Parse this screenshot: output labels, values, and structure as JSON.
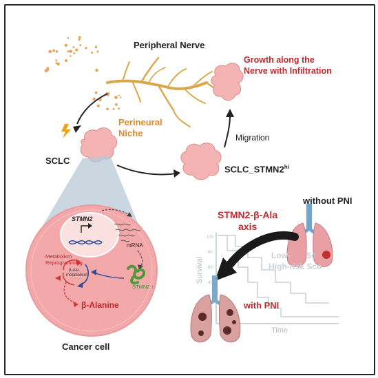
{
  "labels": {
    "peripheral_nerve": "Peripheral Nerve",
    "growth_line1": "Growth along the",
    "growth_line2": "Nerve with Infiltration",
    "perineural_line1": "Perineural",
    "perineural_line2": "Niche",
    "sclc": "SCLC",
    "migration": "Migration",
    "sclc_stmn2_base": "SCLC_STMN2",
    "sclc_stmn2_sup": "hi",
    "stmn2_gene": "STMN2",
    "mrna": "mRNA",
    "metabolism_line1": "Metabolism",
    "metabolism_line2": "Reprogramming",
    "bala_line1": "β-Ala",
    "bala_line2": "metabolism",
    "stmn2_protein": "STMN2 ↑",
    "beta_alanine": "β-Alanine",
    "cancer_cell": "Cancer cell",
    "axis_line1": "STMN2-β-Ala",
    "axis_line2": "axis",
    "without_pni": "without PNI",
    "with_pni": "with PNI",
    "survival": "Survival",
    "time": "Time",
    "low_risk": "Low-",
    "high_risk": "High-risk Sco",
    "risk_fragment": "Sc",
    "ticks": [
      "100",
      "80",
      "60",
      "40"
    ]
  },
  "colors": {
    "cancer": "#f4b4b4",
    "cancer_dark": "#d98c8c",
    "nerve": "#d9a84a",
    "dots": "#e6a05a",
    "red_label": "#c0282c",
    "orange_label": "#e08a2a",
    "cell_fill": "#f3a9aa",
    "cone": "#b9c9d6",
    "axis_gray": "#b0bcc6"
  },
  "icons": [
    "lightning-icon",
    "dna-icon",
    "protein-icon",
    "lung-icon"
  ]
}
